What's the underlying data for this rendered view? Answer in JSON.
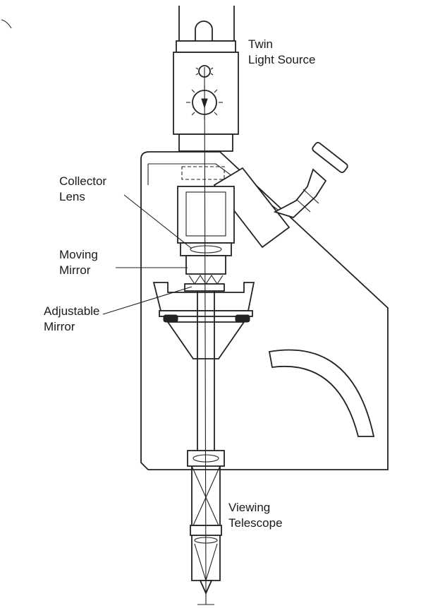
{
  "labels": {
    "light_source": [
      "Twin",
      "Light Source"
    ],
    "collector_lens": [
      "Collector",
      "Lens"
    ],
    "moving_mirror": [
      "Moving",
      "Mirror"
    ],
    "adjustable_mirror": [
      "Adjustable",
      "Mirror"
    ],
    "viewing_telescope": [
      "Viewing",
      "Telescope"
    ]
  }
}
